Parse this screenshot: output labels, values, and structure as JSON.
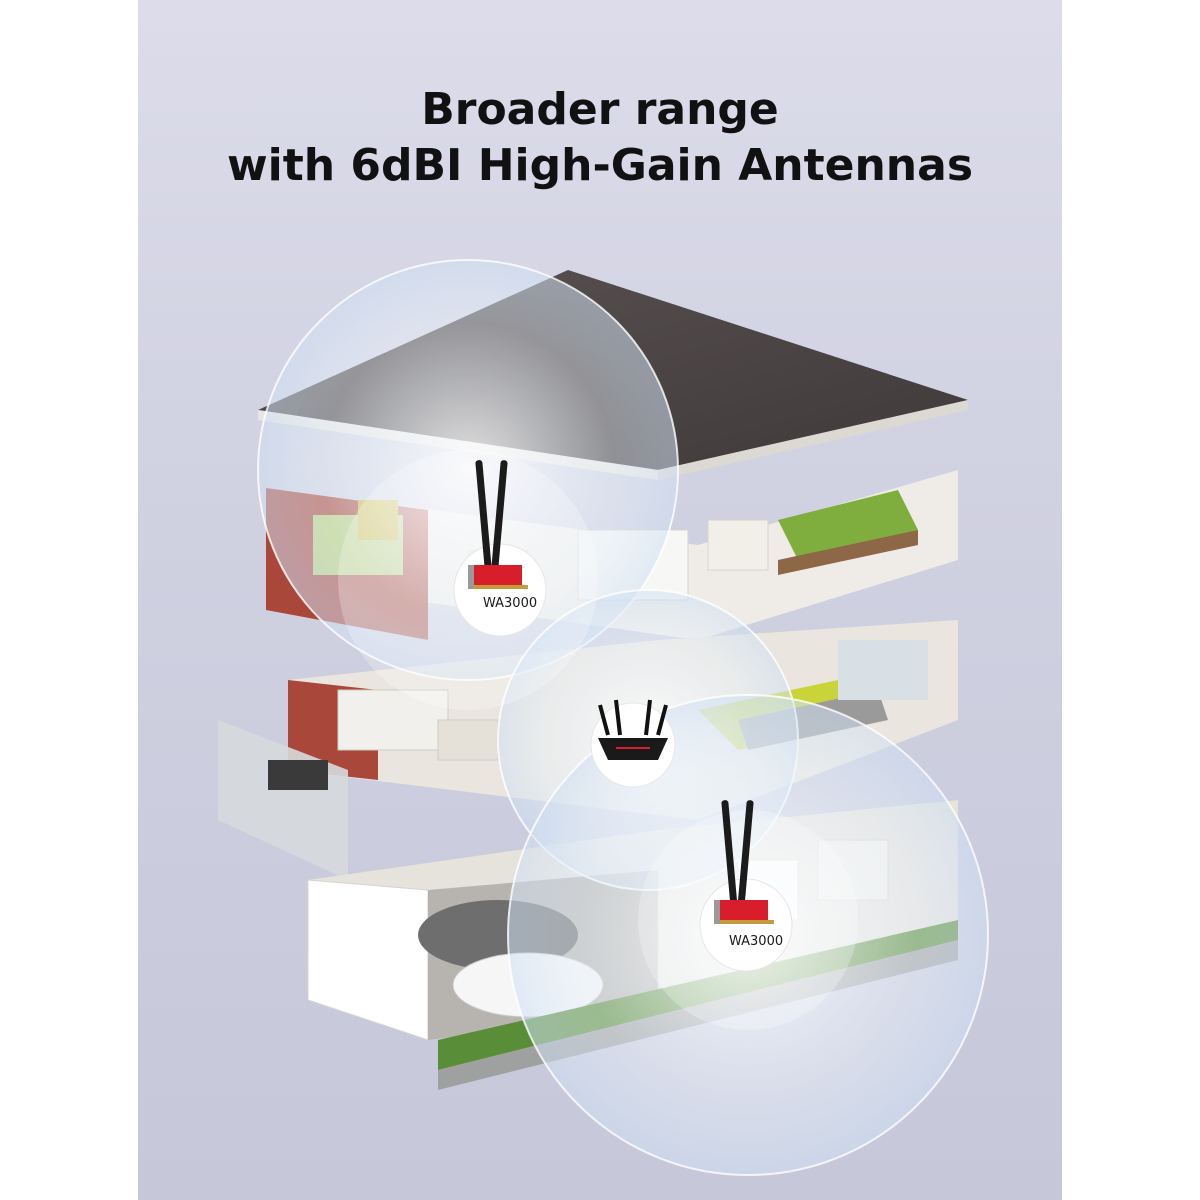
{
  "headline": {
    "line1": "Broader range",
    "line2": "with 6dBI High-Gain Antennas"
  },
  "devices": [
    {
      "label": "WA3000",
      "icon": "pcie-wifi-card-icon"
    },
    {
      "label": "",
      "icon": "wifi-router-icon"
    },
    {
      "label": "WA3000",
      "icon": "pcie-wifi-card-icon"
    }
  ],
  "colors": {
    "background": "#cfd0e0",
    "card_red": "#d81e2a",
    "roof": "#4a4444",
    "signal_bubble": "#e8f1fb"
  }
}
